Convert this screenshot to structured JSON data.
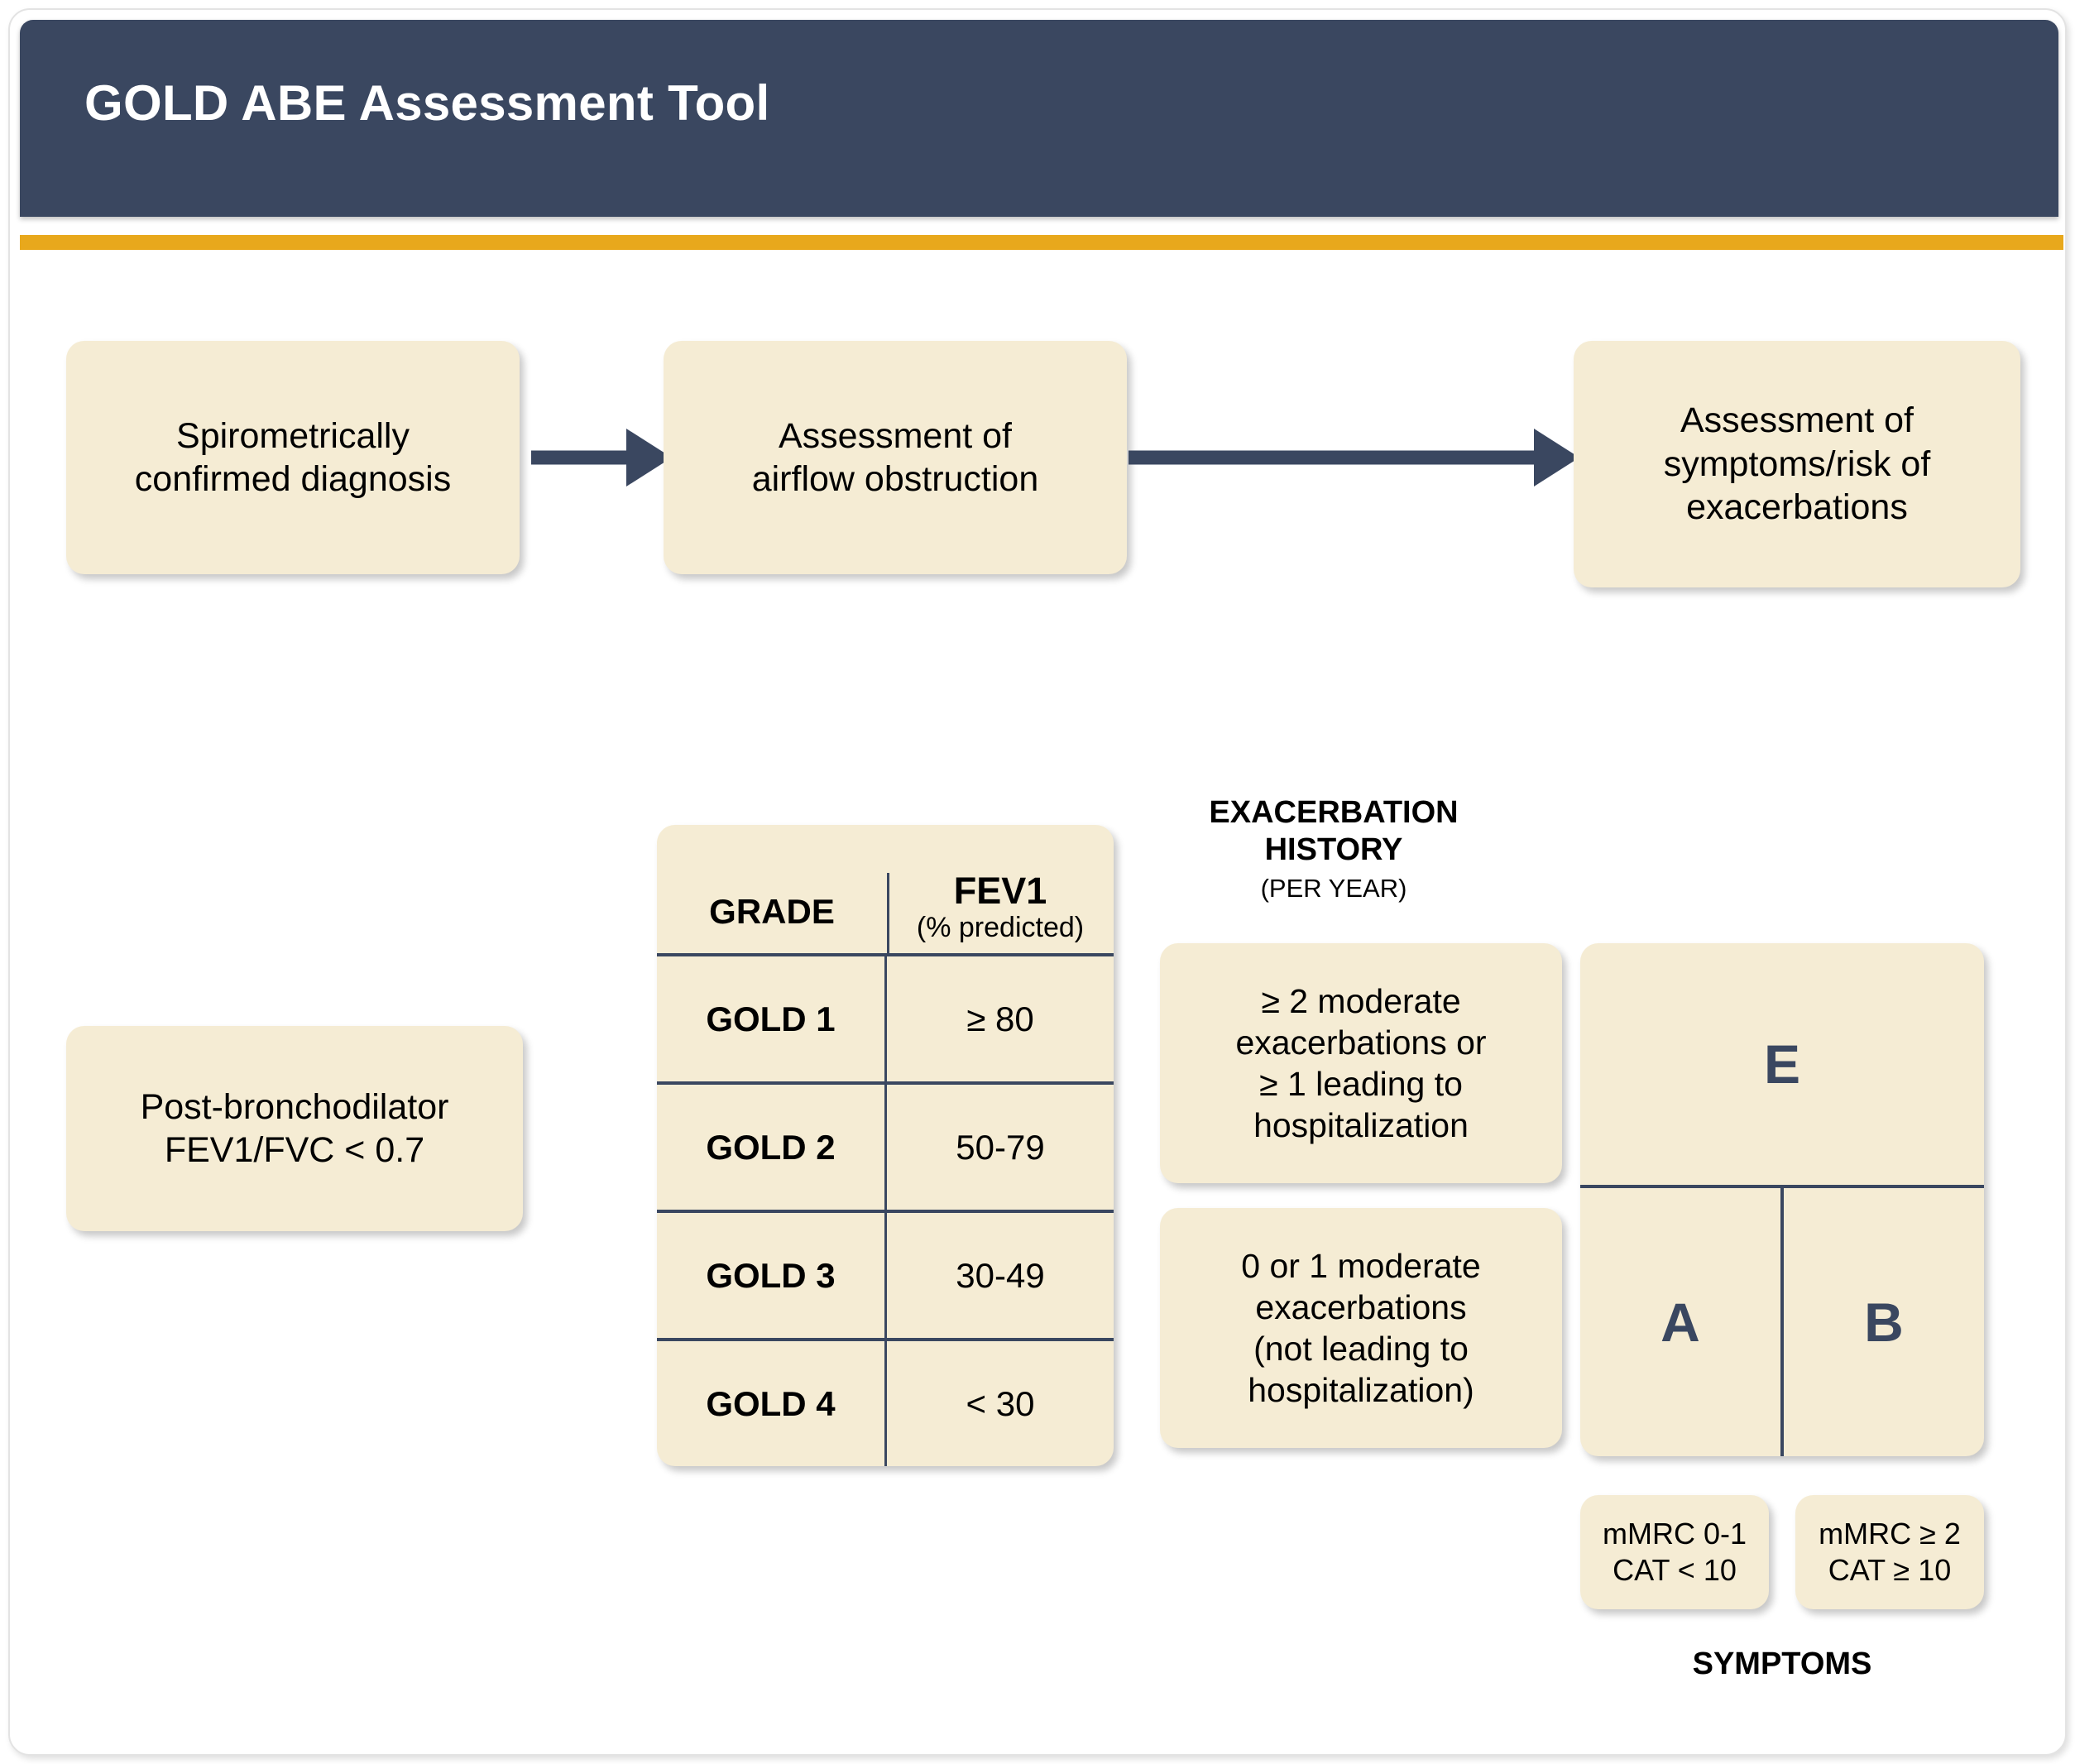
{
  "header": {
    "title": "GOLD ABE Assessment Tool",
    "bar_color": "#3a4760",
    "accent_color": "#e8a81c"
  },
  "flow": {
    "box1_line1": "Spirometrically",
    "box1_line2": "confirmed diagnosis",
    "box2_line1": "Assessment of",
    "box2_line2": "airflow obstruction",
    "box3_line1": "Assessment of",
    "box3_line2": "symptoms/risk of",
    "box3_line3": "exacerbations"
  },
  "post_bronchodilator": {
    "line1": "Post-bronchodilator",
    "line2": "FEV1/FVC < 0.7"
  },
  "gold_table": {
    "header": {
      "grade": "GRADE",
      "fev1_main": "FEV1",
      "fev1_sub": "(% predicted)"
    },
    "rows": [
      {
        "grade": "GOLD 1",
        "value": "≥ 80"
      },
      {
        "grade": "GOLD 2",
        "value": "50-79"
      },
      {
        "grade": "GOLD 3",
        "value": "30-49"
      },
      {
        "grade": "GOLD 4",
        "value": "< 30"
      }
    ]
  },
  "exacerbation": {
    "heading_line1": "EXACERBATION",
    "heading_line2": "HISTORY",
    "heading_sub": "(PER YEAR)",
    "high": {
      "line1": "≥ 2 moderate",
      "line2": "exacerbations or",
      "line3": "≥ 1 leading to",
      "line4": "hospitalization"
    },
    "low": {
      "line1": "0 or 1 moderate",
      "line2": "exacerbations",
      "line3": "(not leading to",
      "line4": "hospitalization)"
    }
  },
  "abe": {
    "group_e": "E",
    "group_a": "A",
    "group_b": "B",
    "letter_color": "#3a4760"
  },
  "symptoms": {
    "low": {
      "line1": "mMRC 0-1",
      "line2": "CAT < 10"
    },
    "high": {
      "line1": "mMRC ≥ 2",
      "line2": "CAT ≥ 10"
    },
    "label": "SYMPTOMS"
  }
}
